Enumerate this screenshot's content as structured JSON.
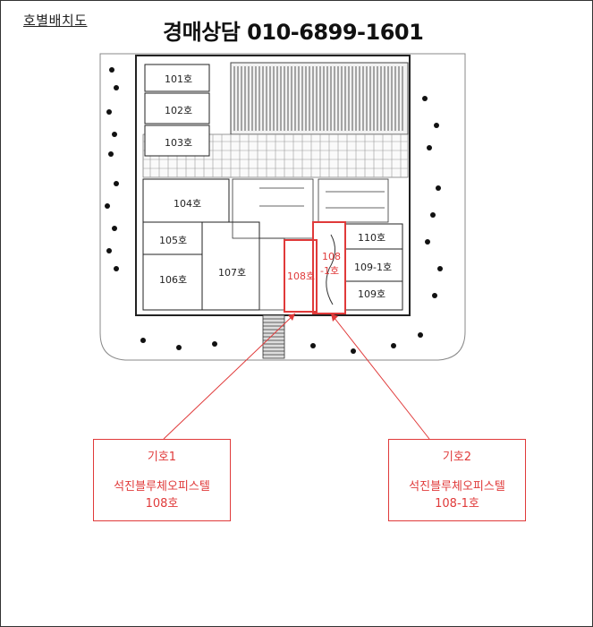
{
  "page": {
    "title": "호별배치도",
    "watermark": "경매상담 010-6899-1601"
  },
  "units": [
    {
      "id": "u101",
      "label": "101호"
    },
    {
      "id": "u102",
      "label": "102호"
    },
    {
      "id": "u103",
      "label": "103호"
    },
    {
      "id": "u104",
      "label": "104호"
    },
    {
      "id": "u105",
      "label": "105호"
    },
    {
      "id": "u106",
      "label": "106호"
    },
    {
      "id": "u107",
      "label": "107호"
    },
    {
      "id": "u108",
      "label": "108호"
    },
    {
      "id": "u108_1a",
      "label": "108"
    },
    {
      "id": "u108_1b",
      "label": "-1호"
    },
    {
      "id": "u109",
      "label": "109호"
    },
    {
      "id": "u109_1",
      "label": "109-1호"
    },
    {
      "id": "u110",
      "label": "110호"
    }
  ],
  "callouts": [
    {
      "symbol": "기호1",
      "building": "석진블루체오피스텔",
      "unit": "108호"
    },
    {
      "symbol": "기호2",
      "building": "석진블루체오피스텔",
      "unit": "108-1호"
    }
  ],
  "colors": {
    "highlight": "#e03a3a",
    "line": "#222222"
  }
}
